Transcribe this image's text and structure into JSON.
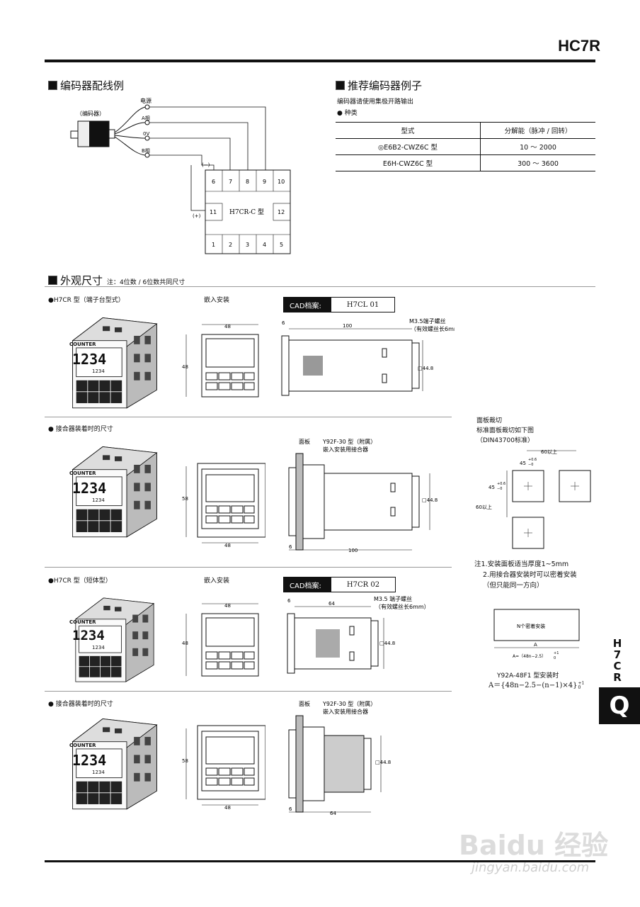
{
  "header": {
    "title": "HC7R"
  },
  "encoder_wiring": {
    "title": "编码器配线例",
    "encoder_label": "（编码器）",
    "wires": [
      "电源",
      "A相",
      "0V",
      "B相"
    ],
    "minus": "(−)",
    "plus": "(+)",
    "device": "H7CR-C 型",
    "terminals_top": [
      "6",
      "7",
      "8",
      "9",
      "10"
    ],
    "terminals_mid": [
      "11",
      "12"
    ],
    "terminals_bottom": [
      "1",
      "2",
      "3",
      "4",
      "5"
    ]
  },
  "recommended": {
    "title": "推荐编码器例子",
    "note": "编码器请使用集极开路输出",
    "kind": "● 种类",
    "columns": [
      "型式",
      "分解能（脉冲 / 回转）"
    ],
    "rows": [
      [
        "◎E6B2-CWZ6C 型",
        "10 ～ 2000"
      ],
      [
        "E6H-CWZ6C 型",
        "300 ～ 3600"
      ]
    ]
  },
  "dimensions": {
    "title": "外观尺寸",
    "note": "注：4位数 / 6位数共同尺寸",
    "sections": [
      {
        "label": "●H7CR 型",
        "sub": "（端子台型式）",
        "mount": "嵌入安装",
        "cad_key": "CAD档案:",
        "cad_val": "H7CL 01"
      },
      {
        "label": "● 接合器装着时的尺寸",
        "sub": "",
        "mount": "",
        "cad_key": "",
        "cad_val": ""
      },
      {
        "label": "●H7CR 型",
        "sub": "（短体型）",
        "mount": "嵌入安装",
        "cad_key": "CAD档案:",
        "cad_val": "H7CR 02"
      },
      {
        "label": "● 接合器装着时的尺寸",
        "sub": "",
        "mount": "",
        "cad_key": "",
        "cad_val": ""
      }
    ],
    "device_text": {
      "brand": "COUNTER",
      "digits": "1234",
      "sub_digits": "1234"
    },
    "dims": {
      "d48": "48",
      "d100": "100",
      "d6": "6",
      "d64": "64",
      "d58": "58",
      "d448": "□44.8",
      "screw1": "M3.5端子螺丝",
      "screw1b": "（有效螺丝长6mm）",
      "screw2": "M3.5 端子螺丝",
      "screw2b": "（有效螺丝长6mm）",
      "panel": "面板",
      "adapter": "Y92F-30 型（附属）",
      "adapter_b": "嵌入安装用接合器"
    }
  },
  "cutout": {
    "title": "面板裁切",
    "line2": "标准面板裁切如下图",
    "line3": "（DIN43700标准）",
    "d60": "60以上",
    "d45": "45",
    "d45tol": "+0.6",
    "d45tol0": "−0",
    "d60v": "60以上",
    "note1": "注1.安装面板适当厚度1~5mm",
    "note2": "2.用接合器安装时可以密着安装",
    "note3": "（但只能同一方向）",
    "box": "N个密着安装",
    "a_label": "A",
    "a_formula": "A=（48n−2.5）",
    "a_tol": "+1",
    "a_tol0": "0",
    "y92": "Y92A-48F1 型安装时",
    "y92_formula": "A＝{48n−2.5−(n−1)×4}",
    "y92_tol": "+1",
    "y92_tol0": "0"
  },
  "side_tab": {
    "letters": [
      "H",
      "7",
      "C",
      "R"
    ],
    "q": "Q"
  },
  "watermark": {
    "line1": "Baidu 经验",
    "line2": "jingyan.baidu.com"
  }
}
